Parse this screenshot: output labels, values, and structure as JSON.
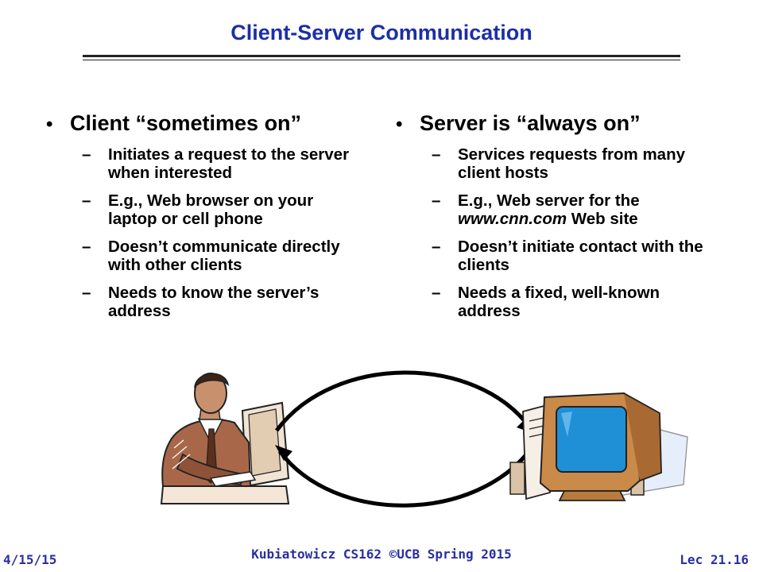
{
  "slide": {
    "title": "Client-Server Communication",
    "client": {
      "heading": "Client “sometimes on”",
      "points": [
        "Initiates a request to the server when interested",
        "E.g., Web browser on your laptop or cell phone",
        "Doesn’t communicate directly with other clients",
        "Needs to know the server’s address"
      ]
    },
    "server": {
      "heading": "Server is “always on”",
      "points": [
        "Services requests from many client hosts",
        {
          "before": "E.g., Web server for the ",
          "italic": "www.cnn.com",
          "after": " Web site"
        },
        "Doesn’t initiate contact with the clients",
        "Needs a fixed, well-known address"
      ]
    },
    "bullet_glyph": "•",
    "dash_glyph": "–"
  },
  "footer": {
    "date": "4/15/15",
    "course": "Kubiatowicz CS162 ©UCB Spring 2015",
    "lecture": "Lec 21.16"
  },
  "illustrations": {
    "client_clipart": "person-at-computer-clipart",
    "server_clipart": "desktop-computer-clipart",
    "arrows": "request-response-arrows"
  },
  "colors": {
    "title": "#1c2fa6",
    "footer": "#2a2fa0",
    "skin": "#a9674a",
    "monitor_case": "#c98a4a",
    "screen": "#1f8fd6"
  }
}
